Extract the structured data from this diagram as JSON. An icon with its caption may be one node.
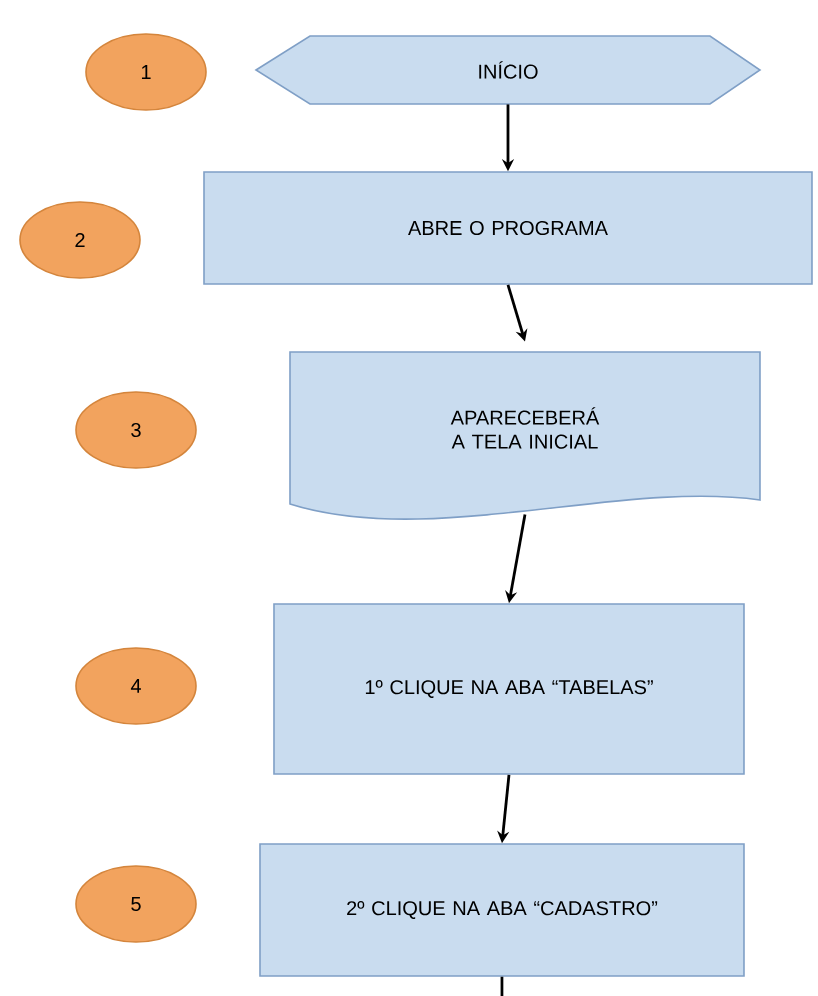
{
  "diagram": {
    "nodes": [
      {
        "text": [
          "1"
        ]
      },
      {
        "text": [
          "INÍCIO"
        ]
      },
      {
        "text": [
          "2"
        ]
      },
      {
        "text": [
          "ABRE O PROGRAMA"
        ]
      },
      {
        "text": [
          "3"
        ]
      },
      {
        "text": [
          "APARECEBERÁ A TELA INICIAL"
        ]
      },
      {
        "text": [
          "4"
        ]
      },
      {
        "text": [
          "1º CLIQUE NA ABA “TABELAS”"
        ]
      },
      {
        "text": [
          "5"
        ]
      },
      {
        "text": [
          "2º CLIQUE NA ABA “CADASTRO”"
        ]
      }
    ],
    "edges": [
      {
        "from": 1,
        "to": 3,
        "arrow": "to"
      },
      {
        "from": 3,
        "to": 5,
        "arrow": "to"
      },
      {
        "from": 5,
        "to": 7,
        "arrow": "to"
      },
      {
        "from": 7,
        "to": 9,
        "arrow": "to"
      },
      {
        "from": 9,
        "to": null,
        "arrow": "none"
      }
    ]
  }
}
